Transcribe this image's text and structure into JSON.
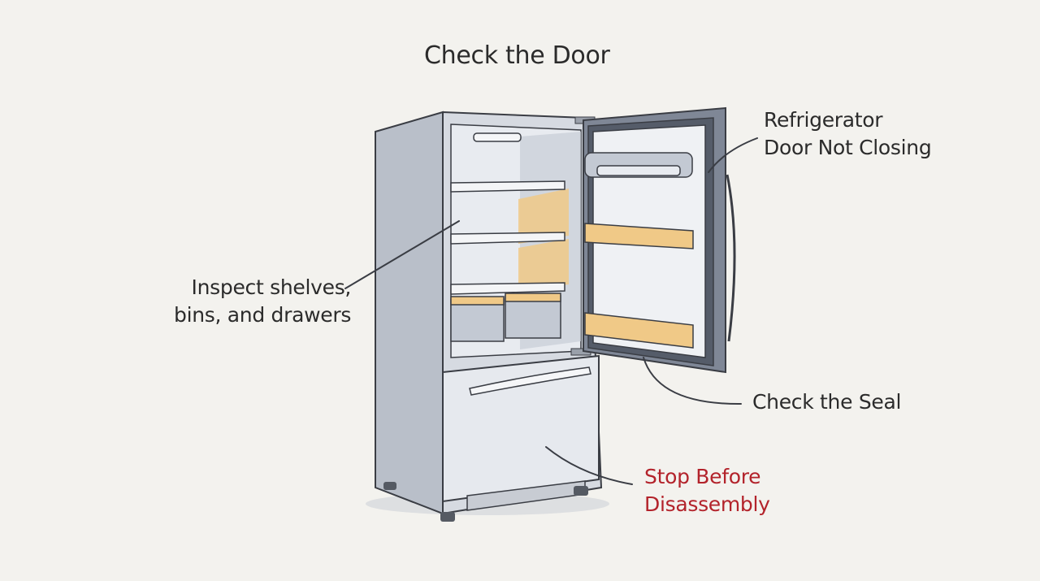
{
  "title": "Check the Door",
  "labels": {
    "door_not_closing": [
      "Refrigerator",
      "Door Not Closing"
    ],
    "inspect": [
      "Inspect shelves,",
      "bins, and drawers"
    ],
    "seal": "Check the Seal",
    "stop": [
      "Stop Before",
      "Disassembly"
    ]
  },
  "colors": {
    "background": "#f3f2ee",
    "stop_text": "#b3232b",
    "bin_amber": "#f0c987",
    "body_gray": "#c9ced6"
  }
}
